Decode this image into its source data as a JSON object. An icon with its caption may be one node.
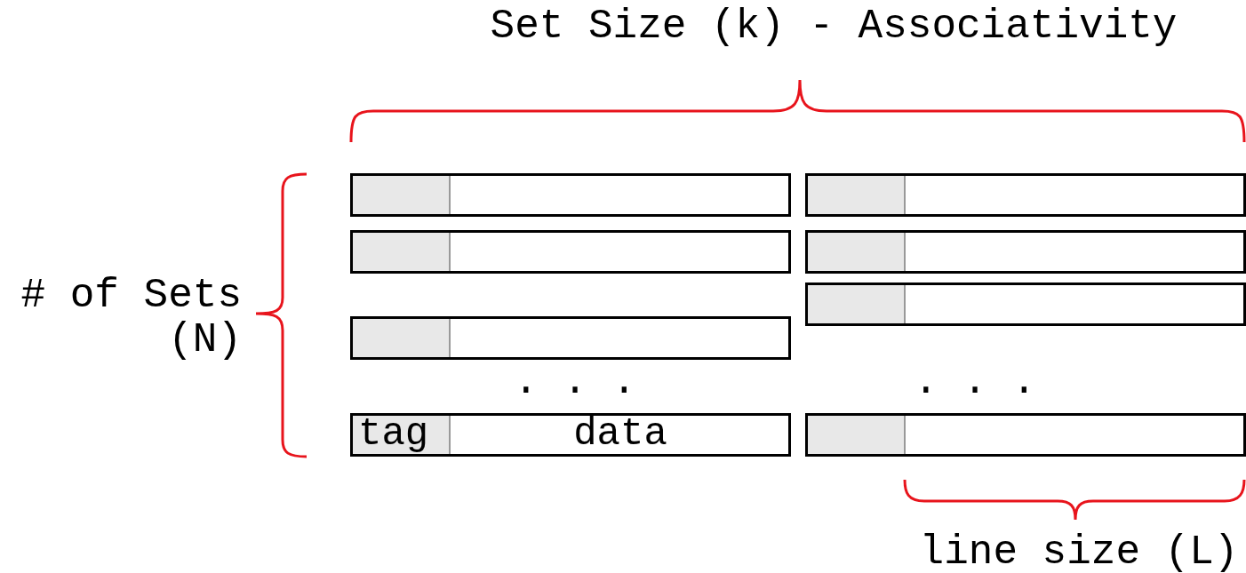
{
  "diagram": {
    "nodes": [
      {
        "text": [],
        "shape": "box"
      },
      {
        "text": [],
        "shape": "box"
      },
      {
        "text": [],
        "shape": "box"
      },
      {
        "text": [],
        "shape": "box"
      },
      {
        "text": [],
        "shape": "box"
      },
      {
        "text": [],
        "shape": "box"
      },
      {
        "text": [
          "tag",
          "data"
        ]
      },
      {
        "text": [],
        "shape": "box"
      }
    ],
    "edges": [],
    "labels": [
      "Set Size (k) - Associativity",
      "# of Sets (N)",
      ". . .",
      ". . .",
      "line size (L)"
    ]
  }
}
